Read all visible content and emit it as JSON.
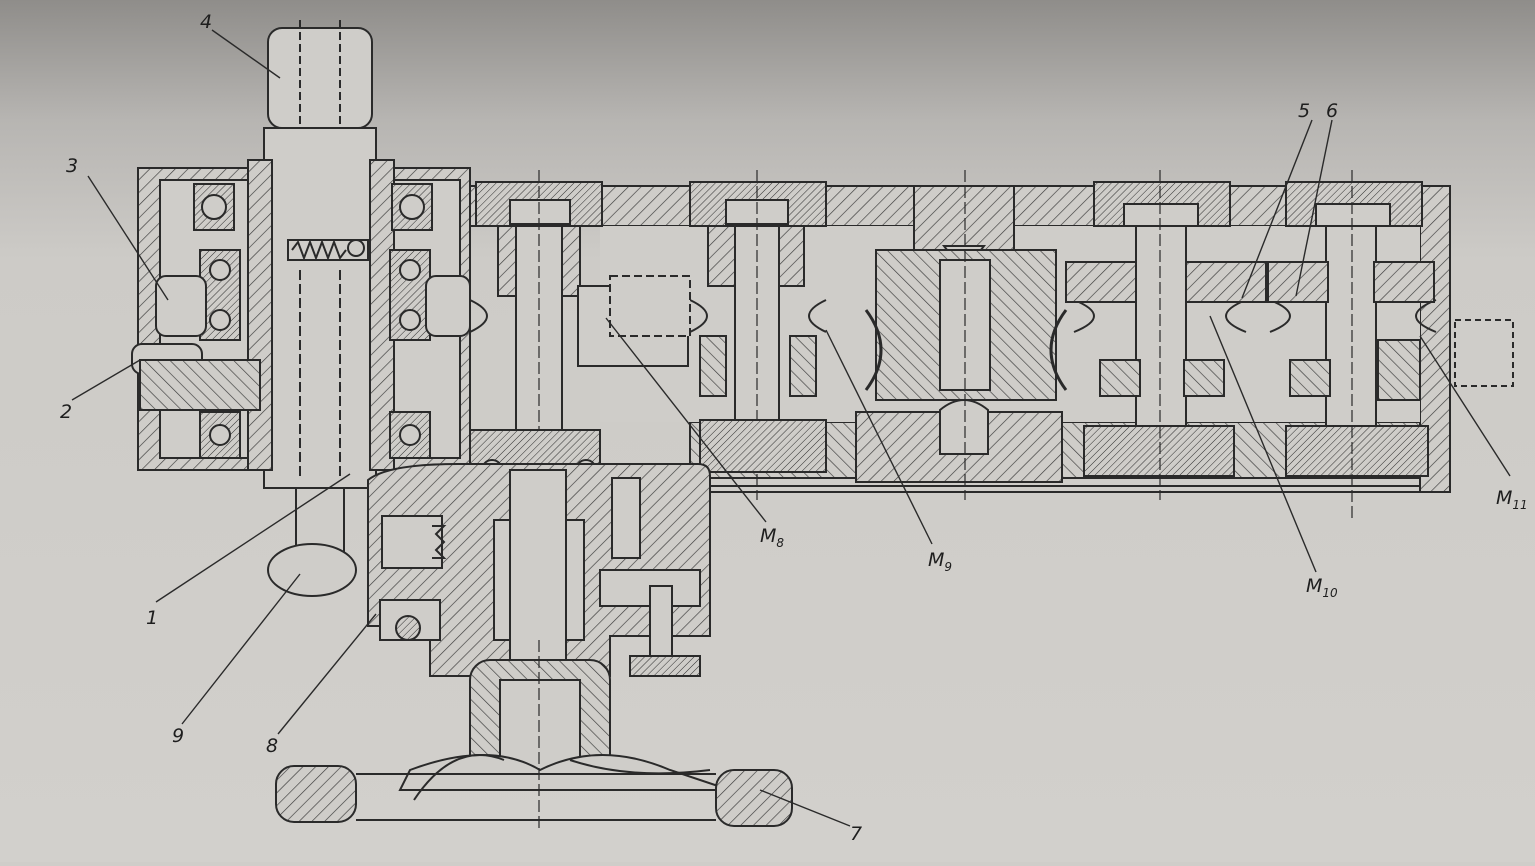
{
  "diagram": {
    "kind": "mechanical-cross-section",
    "colors": {
      "paper": "#cfcdc9",
      "paper_top": "#9c9a97",
      "ink": "#2a2a2a",
      "hatch": "#3a3a3a"
    },
    "part_labels": [
      {
        "id": "1",
        "text": "1"
      },
      {
        "id": "2",
        "text": "2"
      },
      {
        "id": "3",
        "text": "3"
      },
      {
        "id": "4",
        "text": "4"
      },
      {
        "id": "5",
        "text": "5"
      },
      {
        "id": "6",
        "text": "6"
      },
      {
        "id": "7",
        "text": "7"
      },
      {
        "id": "8",
        "text": "8"
      },
      {
        "id": "9",
        "text": "9"
      }
    ],
    "clutch_labels": [
      {
        "id": "m8",
        "main": "M",
        "sub": "8"
      },
      {
        "id": "m9",
        "main": "M",
        "sub": "9"
      },
      {
        "id": "m10",
        "main": "M",
        "sub": "10"
      },
      {
        "id": "m11",
        "main": "M",
        "sub": "11"
      }
    ]
  }
}
